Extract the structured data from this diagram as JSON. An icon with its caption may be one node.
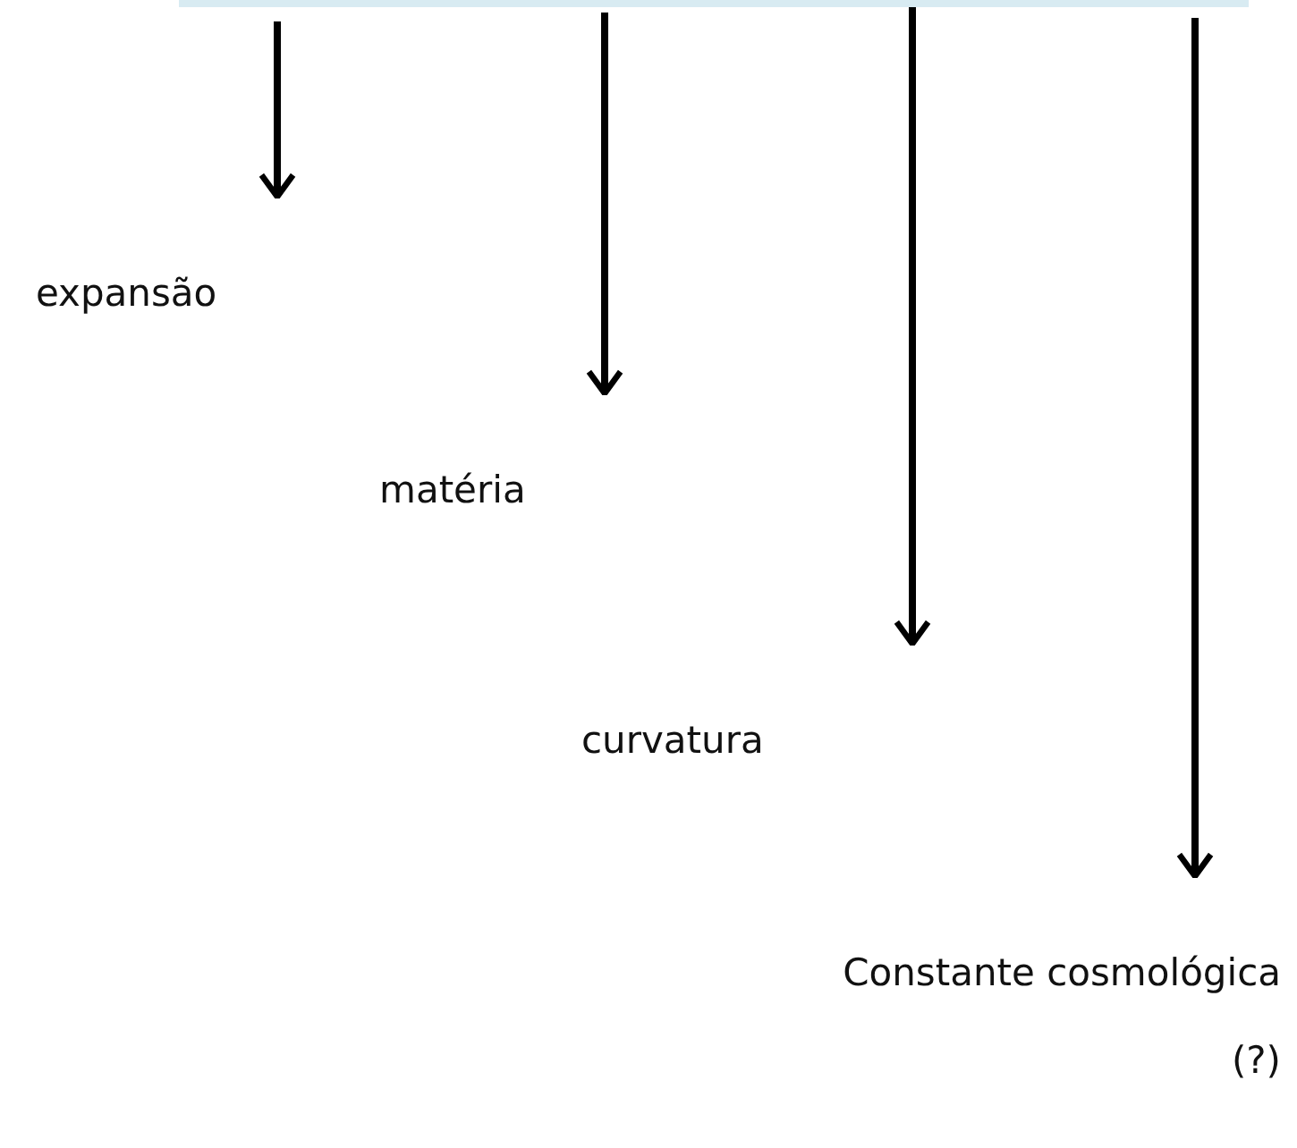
{
  "diagram": {
    "nodes": [
      {
        "text": [
          "expansão"
        ]
      },
      {
        "text": [
          "matéria"
        ]
      },
      {
        "text": [
          "curvatura"
        ]
      },
      {
        "text": [
          "Constante cosmológica",
          "(?)"
        ]
      }
    ],
    "edges": [
      {
        "from": null,
        "to": 0,
        "arrow": "to"
      },
      {
        "from": null,
        "to": 1,
        "arrow": "to"
      },
      {
        "from": null,
        "to": 2,
        "arrow": "to"
      },
      {
        "from": null,
        "to": 3,
        "arrow": "to"
      }
    ]
  }
}
